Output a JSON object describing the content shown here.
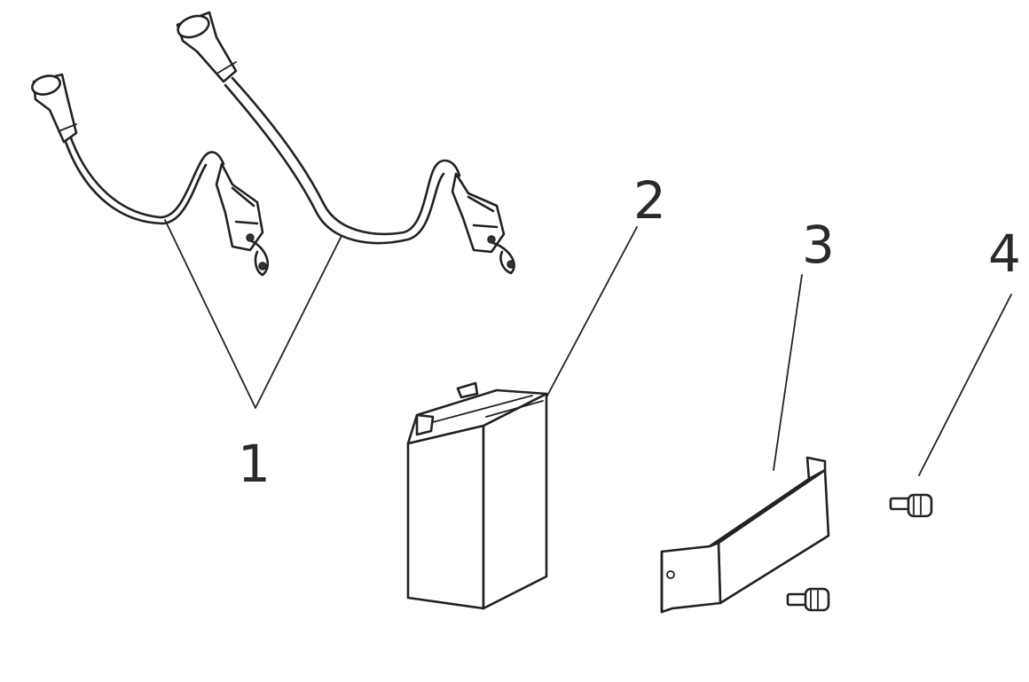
{
  "callouts": [
    {
      "id": 1,
      "text": "1"
    },
    {
      "id": 2,
      "text": "2"
    },
    {
      "id": 3,
      "text": "3"
    },
    {
      "id": 4,
      "text": "4"
    }
  ],
  "colors": {
    "line": "#222222",
    "background": "#ffffff"
  }
}
